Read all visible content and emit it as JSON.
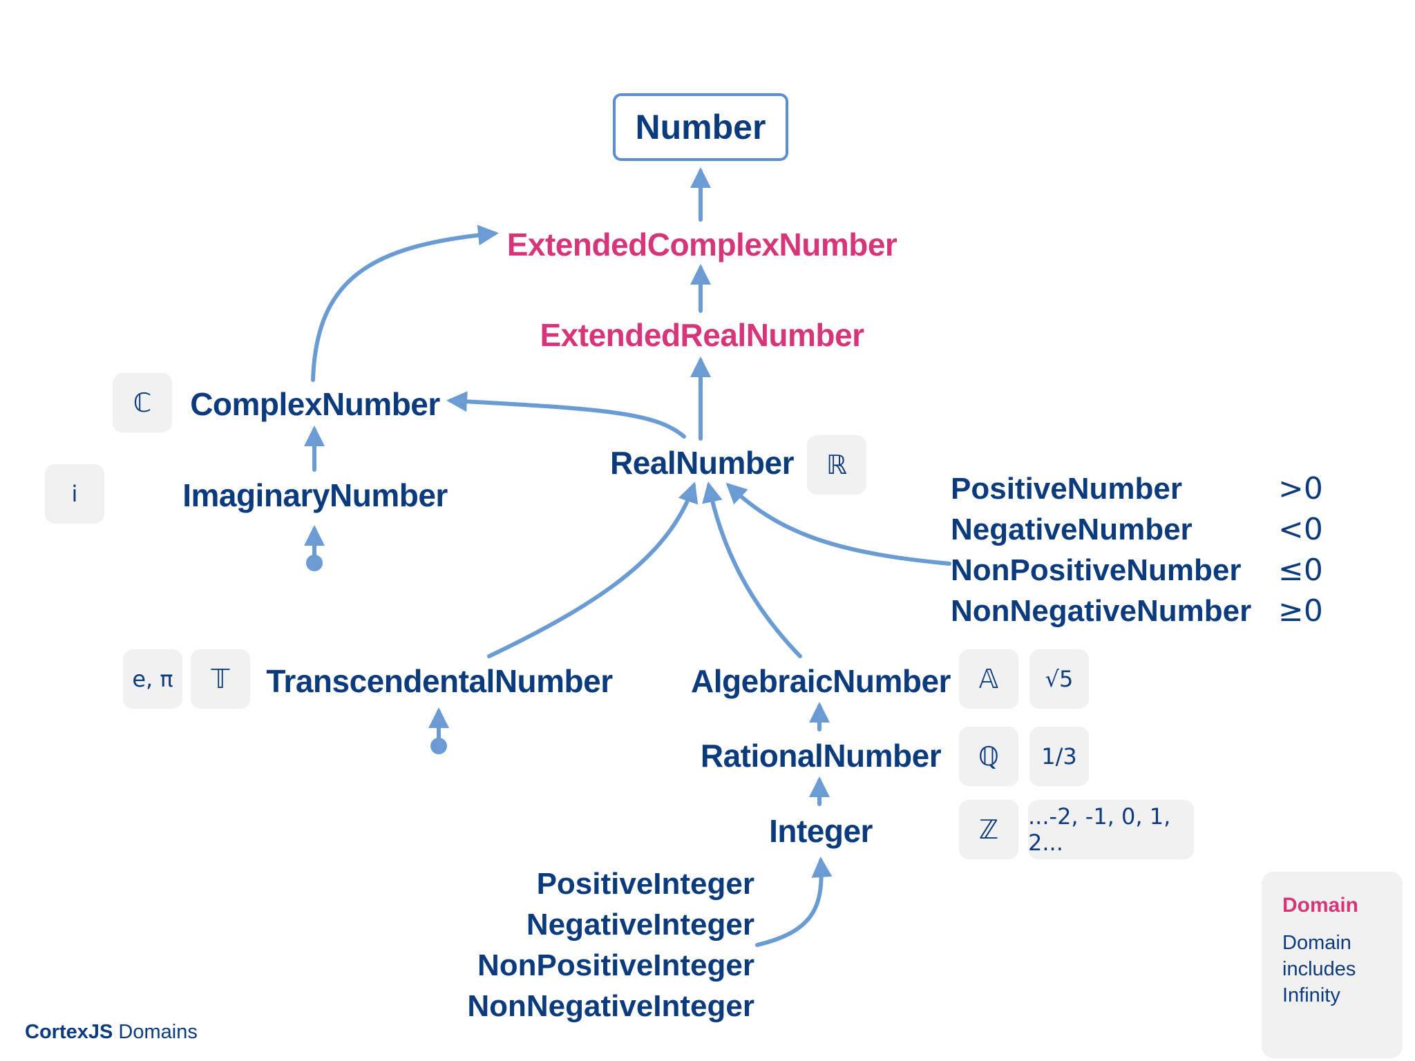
{
  "root": "Number",
  "nodes": {
    "extended_complex": "ExtendedComplexNumber",
    "extended_real": "ExtendedRealNumber",
    "complex": "ComplexNumber",
    "imaginary": "ImaginaryNumber",
    "real": "RealNumber",
    "transcendental": "TranscendentalNumber",
    "algebraic": "AlgebraicNumber",
    "rational": "RationalNumber",
    "integer": "Integer"
  },
  "chips": {
    "complex_symbol": "ℂ",
    "imaginary_example": "i",
    "real_symbol": "ℝ",
    "transcendental_examples": "e, π",
    "transcendental_symbol": "𝕋",
    "algebraic_symbol": "𝔸",
    "algebraic_example": "√5",
    "rational_symbol": "ℚ",
    "rational_example": "1/3",
    "integer_symbol": "ℤ",
    "integer_examples": "...-2, -1, 0, 1, 2..."
  },
  "number_sign_domains": [
    {
      "label": "PositiveNumber",
      "symbol": ">0"
    },
    {
      "label": "NegativeNumber",
      "symbol": "<0"
    },
    {
      "label": "NonPositiveNumber",
      "symbol": "≤0"
    },
    {
      "label": "NonNegativeNumber",
      "symbol": "≥0"
    }
  ],
  "integer_sign_domains": [
    "PositiveInteger",
    "NegativeInteger",
    "NonPositiveInteger",
    "NonNegativeInteger"
  ],
  "legend": {
    "title": "Domain",
    "description": "Domain includes Infinity"
  },
  "brand": {
    "bold": "CortexJS",
    "regular": "Domains"
  },
  "colors": {
    "finite_domain": "#0b3b7c",
    "infinite_domain": "#d6357a",
    "arrow": "#6a9bd3",
    "chip_background": "#f1f1f2"
  }
}
